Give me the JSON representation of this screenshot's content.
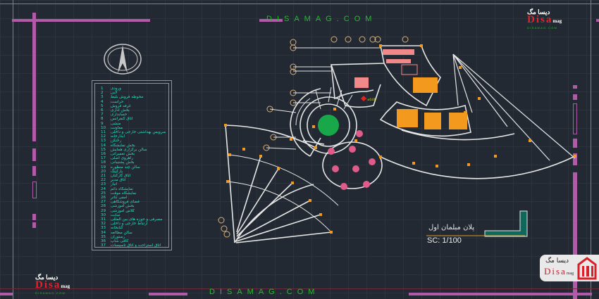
{
  "site_url_top": "DISAMAG.COM",
  "site_url_bottom": "DISAMAG.COM",
  "logo": {
    "persian": "دیسا مگ",
    "latin": "Disa",
    "suffix": "mag",
    "url": "DISAMAG.COM"
  },
  "drawing": {
    "title": "پلان مبلمان اول",
    "scale": "SC: 1/100",
    "marker_label": "±0.00"
  },
  "legend": [
    {
      "n": "1",
      "t": "ورودی"
    },
    {
      "n": "2",
      "t": "لابی"
    },
    {
      "n": "3",
      "t": "محوطه فروش بلیط"
    },
    {
      "n": "4",
      "t": "حراست"
    },
    {
      "n": "5",
      "t": "غرفه فروش"
    },
    {
      "n": "6",
      "t": "بخش اداری"
    },
    {
      "n": "7",
      "t": "حسابداری"
    },
    {
      "n": "8",
      "t": "اتاق کنفرانس"
    },
    {
      "n": "9",
      "t": "منشی"
    },
    {
      "n": "10",
      "t": "معاونت"
    },
    {
      "n": "11",
      "t": "سرویس بهداشتی خارجی و داخلی"
    },
    {
      "n": "12",
      "t": "آبدارخانه"
    },
    {
      "n": "13",
      "t": "رختکن"
    },
    {
      "n": "14",
      "t": "بخش نمایشگاه"
    },
    {
      "n": "15",
      "t": "سالن برگزاری همایش"
    },
    {
      "n": "16",
      "t": "بخش تعمیراتی"
    },
    {
      "n": "17",
      "t": "راهروی اصلی"
    },
    {
      "n": "18",
      "t": "بخش پشتیبانی"
    },
    {
      "n": "19",
      "t": "سالن چند منظوره"
    },
    {
      "n": "20",
      "t": "پارکینگ"
    },
    {
      "n": "21",
      "t": "اتاق کارکنان"
    },
    {
      "n": "22",
      "t": "اتاق مدیر"
    },
    {
      "n": "23",
      "t": "انبار"
    },
    {
      "n": "24",
      "t": "نمایشگاه دائم"
    },
    {
      "n": "25",
      "t": "نمایشگاه موقت"
    },
    {
      "n": "26",
      "t": "آمفی تئاتر"
    },
    {
      "n": "27",
      "t": "فضای فروشگاهی"
    },
    {
      "n": "28",
      "t": "بخش آموزشی"
    },
    {
      "n": "29",
      "t": "کلاس آموزشی"
    },
    {
      "n": "30",
      "t": "سایت"
    },
    {
      "n": "31",
      "t": "مصرفی و حوزه های بین المللی"
    },
    {
      "n": "32",
      "t": "ارتباط خارجی و داخلی"
    },
    {
      "n": "33",
      "t": "کتابخانه"
    },
    {
      "n": "34",
      "t": "سالن مطالعه"
    },
    {
      "n": "35",
      "t": "رستوران"
    },
    {
      "n": "36",
      "t": "کافی شاپ"
    },
    {
      "n": "37",
      "t": "اتاق استراحت و اتاق تاسیسات"
    }
  ],
  "colors": {
    "magenta": "#b15aa8",
    "url_green": "#1fbf2a",
    "legend_text": "#27e0c4",
    "wall": "#e6e6e6",
    "node": "#f39a1e",
    "furniture": "#f08a8a",
    "desk": "#f39a1e",
    "plant": "#18a84a"
  }
}
